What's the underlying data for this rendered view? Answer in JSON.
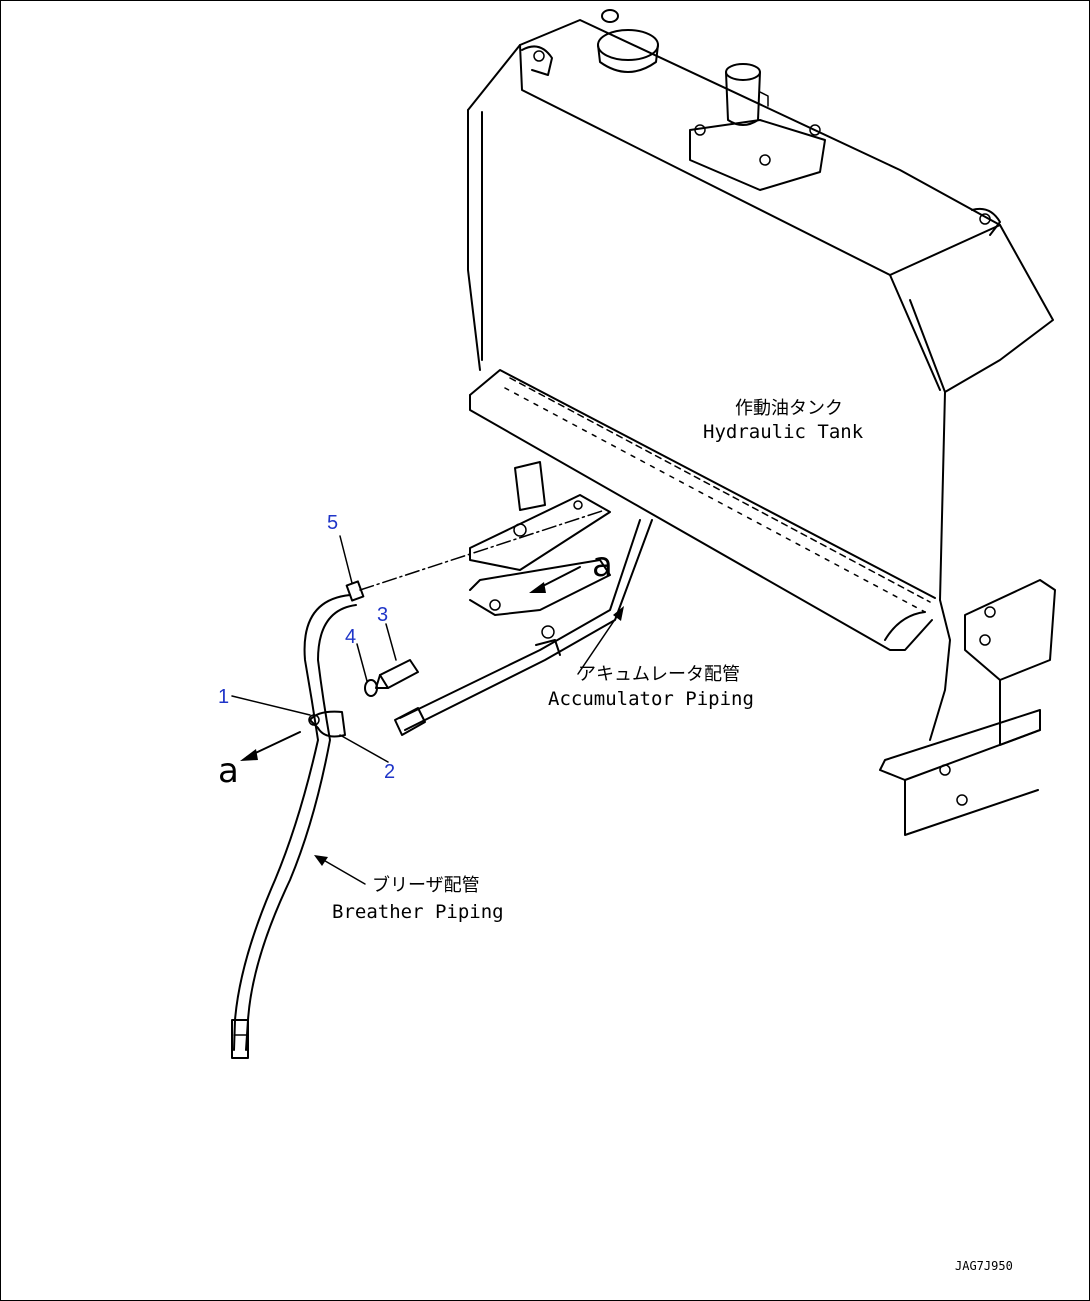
{
  "diagram": {
    "labels": {
      "hydraulic_tank_jp": "作動油タンク",
      "hydraulic_tank_en": "Hydraulic Tank",
      "accumulator_jp": "アキュムレータ配管",
      "accumulator_en": "Accumulator Piping",
      "breather_jp": "ブリーザ配管",
      "breather_en": "Breather Piping"
    },
    "view_refs": [
      "a",
      "a"
    ],
    "callouts": [
      "1",
      "2",
      "3",
      "4",
      "5"
    ],
    "drawing_code": "JAG7J950",
    "colors": {
      "callout": "#1f35c8",
      "line": "#000000"
    }
  }
}
